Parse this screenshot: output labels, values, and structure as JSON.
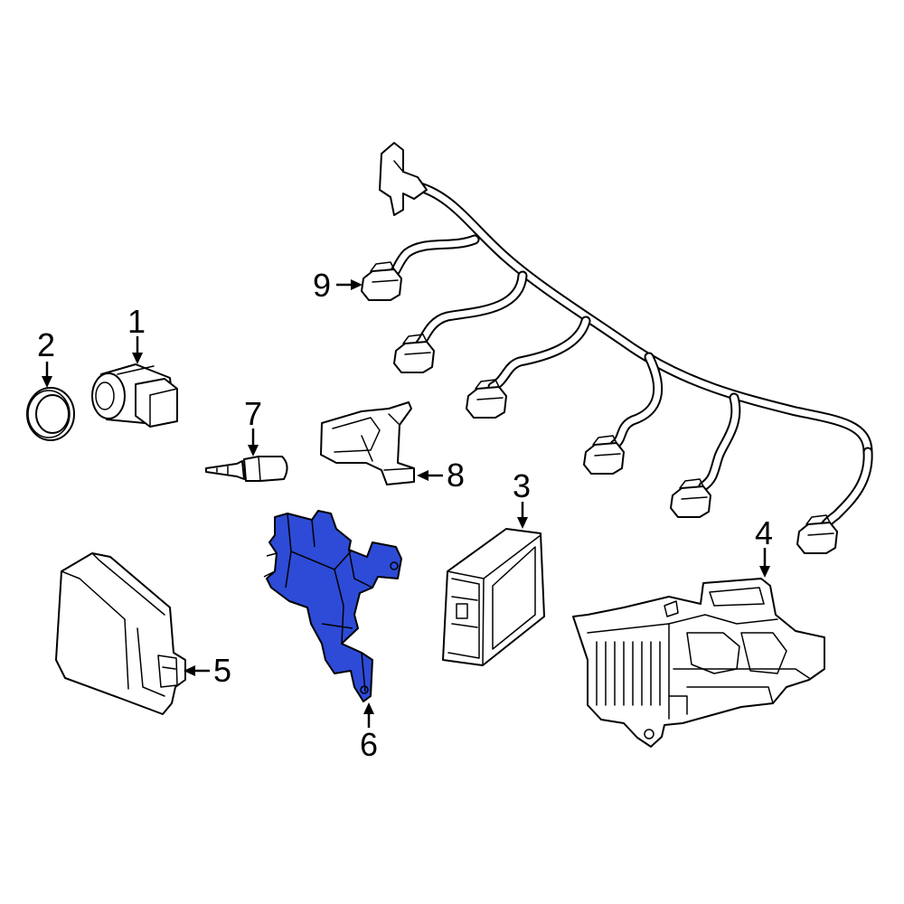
{
  "diagram": {
    "highlight_color": "#2d4bd6",
    "callouts": {
      "c1": "1",
      "c2": "2",
      "c3": "3",
      "c4": "4",
      "c5": "5",
      "c6": "6",
      "c7": "7",
      "c8": "8",
      "c9": "9"
    }
  }
}
